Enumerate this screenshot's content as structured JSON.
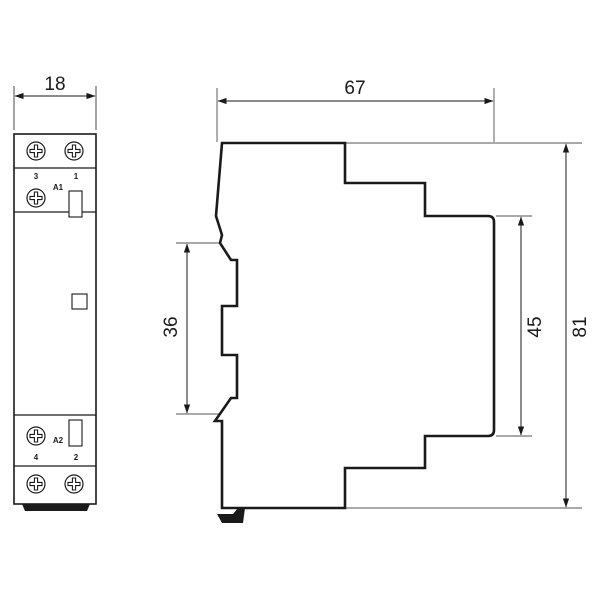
{
  "front_view": {
    "width_dimension": "18",
    "terminals": {
      "top_left": "3",
      "top_right": "1",
      "coil_top": "A1",
      "coil_bottom": "A2",
      "bottom_left": "4",
      "bottom_right": "2"
    }
  },
  "side_view": {
    "depth_dimension": "67",
    "rail_dimension": "36",
    "front_height_dimension": "45",
    "overall_height_dimension": "81"
  }
}
